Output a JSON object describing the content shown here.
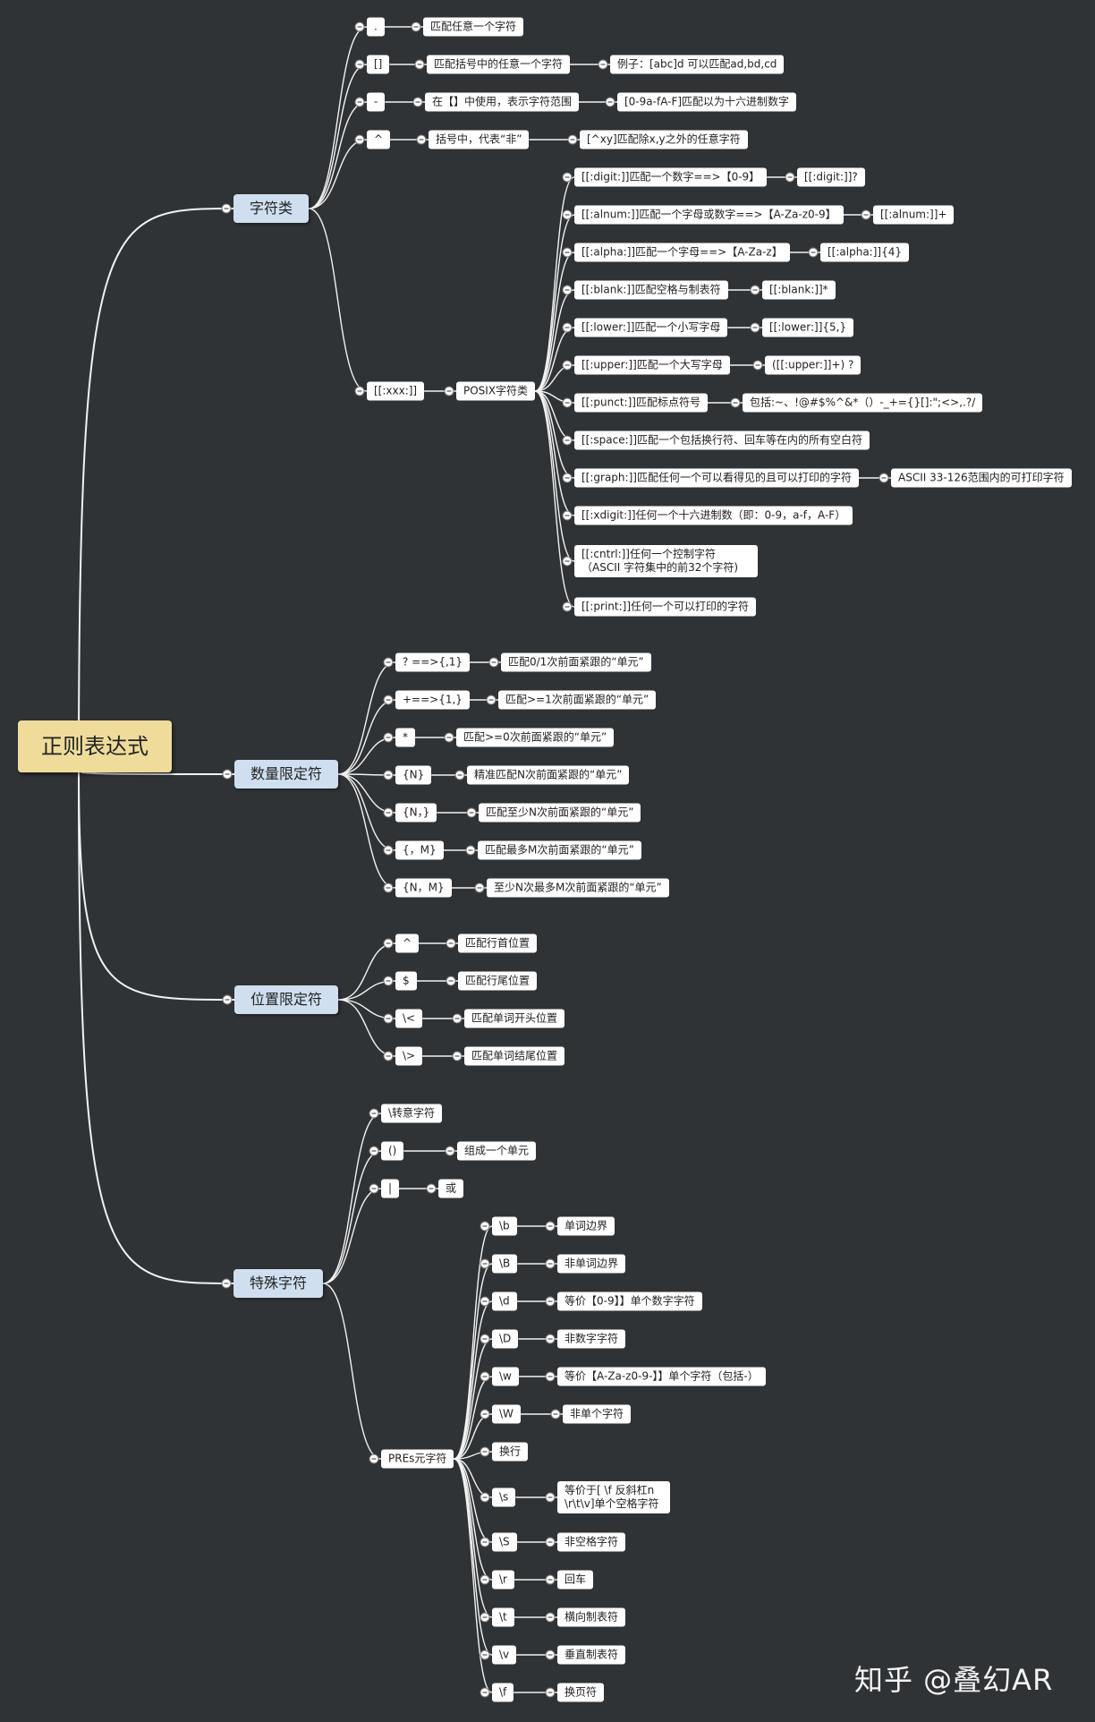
{
  "root": {
    "label": "正则表达式"
  },
  "watermark": "知乎 @叠幻AR",
  "branches": {
    "char_class": {
      "label": "字符类",
      "dot": {
        "label": ".",
        "desc": "匹配任意一个字符"
      },
      "brackets": {
        "label": "[]",
        "desc": "匹配括号中的任意一个字符",
        "example": "例子：[abc]d 可以匹配ad,bd,cd"
      },
      "dash": {
        "label": "-",
        "desc": "在【】中使用，表示字符范围",
        "example": "[0-9a-fA-F]匹配以为十六进制数字"
      },
      "caret": {
        "label": "^",
        "desc": "括号中，代表“非”",
        "example": "[^xy]匹配除x,y之外的任意字符"
      },
      "posix": {
        "label": "[[:xxx:]]",
        "group": "POSIX字符类",
        "items": [
          {
            "text": "[[:digit:]]匹配一个数字==>【0-9】",
            "example": "[[:digit:]]?"
          },
          {
            "text": "[[:alnum:]]匹配一个字母或数字==>【A-Za-z0-9】",
            "example": "[[:alnum:]]+"
          },
          {
            "text": "[[:alpha:]]匹配一个字母==>【A-Za-z】",
            "example": "[[:alpha:]]{4}"
          },
          {
            "text": "[[:blank:]]匹配空格与制表符",
            "example": "[[:blank:]]*"
          },
          {
            "text": "[[:lower:]]匹配一个小写字母",
            "example": "[[:lower:]]{5,}"
          },
          {
            "text": "[[:upper:]]匹配一个大写字母",
            "example": "([[:upper:]]+) ?"
          },
          {
            "text": "[[:punct:]]匹配标点符号",
            "example": "包括:~、!@#$%^&*（）-_+={}[]:\";<>,.?/"
          },
          {
            "text": "[[:space:]]匹配一个包括换行符、回车等在内的所有空白符"
          },
          {
            "text": "[[:graph:]]匹配任何一个可以看得见的且可以打印的字符",
            "example": "ASCII 33-126范围内的可打印字符"
          },
          {
            "text": "[[:xdigit:]]任何一个十六进制数（即：0-9，a-f，A-F）"
          },
          {
            "text": "[[:cntrl:]]任何一个控制字符（ASCII 字符集中的前32个字符)"
          },
          {
            "text": "[[:print:]]任何一个可以打印的字符"
          }
        ]
      }
    },
    "quantifiers": {
      "label": "数量限定符",
      "items": [
        {
          "label": "? ==>{,1}",
          "desc": "匹配0/1次前面紧跟的“单元”"
        },
        {
          "label": "+==>{1,}",
          "desc": "匹配>=1次前面紧跟的“单元”"
        },
        {
          "label": "*",
          "desc": "匹配>=0次前面紧跟的“单元”"
        },
        {
          "label": "{N}",
          "desc": "精准匹配N次前面紧跟的“单元”"
        },
        {
          "label": "{N，}",
          "desc": "匹配至少N次前面紧跟的“单元”"
        },
        {
          "label": "{，M}",
          "desc": "匹配最多M次前面紧跟的“单元”"
        },
        {
          "label": "{N，M}",
          "desc": "至少N次最多M次前面紧跟的“单元”"
        }
      ]
    },
    "anchors": {
      "label": "位置限定符",
      "items": [
        {
          "label": "^",
          "desc": "匹配行首位置"
        },
        {
          "label": "$",
          "desc": "匹配行尾位置"
        },
        {
          "label": "\\<",
          "desc": "匹配单词开头位置"
        },
        {
          "label": "\\>",
          "desc": "匹配单词结尾位置"
        }
      ]
    },
    "special": {
      "label": "特殊字符",
      "escape": {
        "label": "\\转意字符"
      },
      "group": {
        "label": "()",
        "desc": "组成一个单元"
      },
      "pipe": {
        "label": "|",
        "desc": "或"
      },
      "pres": {
        "label": "PREs元字符",
        "items": [
          {
            "label": "\\b",
            "desc": "单词边界"
          },
          {
            "label": "\\B",
            "desc": "非单词边界"
          },
          {
            "label": "\\d",
            "desc": "等价【0-9】】单个数字字符"
          },
          {
            "label": "\\D",
            "desc": "非数字字符"
          },
          {
            "label": "\\w",
            "desc": "等价【A-Za-z0-9-】】单个字符（包括-）"
          },
          {
            "label": "\\W",
            "desc": "非单个字符"
          },
          {
            "label": "换行"
          },
          {
            "label": "\\s",
            "desc": "等价于[ \\f 反斜杠n \\r\\t\\v]单个空格字符"
          },
          {
            "label": "\\S",
            "desc": "非空格字符"
          },
          {
            "label": "\\r",
            "desc": "回车"
          },
          {
            "label": "\\t",
            "desc": "横向制表符"
          },
          {
            "label": "\\v",
            "desc": "垂直制表符"
          },
          {
            "label": "\\f",
            "desc": "换页符"
          }
        ]
      }
    }
  }
}
